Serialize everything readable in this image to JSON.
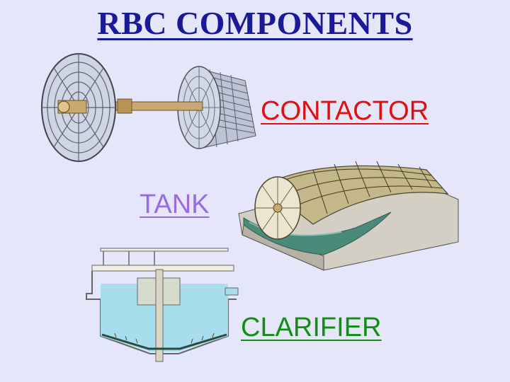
{
  "slide": {
    "title": "RBC COMPONENTS",
    "labels": {
      "contactor": "CONTACTOR",
      "tank": "TANK",
      "clarifier": "CLARIFIER"
    }
  },
  "colors": {
    "background": "#e6e6fa",
    "title": "#1a1a99",
    "contactor_label": "#e01010",
    "tank_label": "#9a6ae0",
    "clarifier_label": "#109010"
  }
}
